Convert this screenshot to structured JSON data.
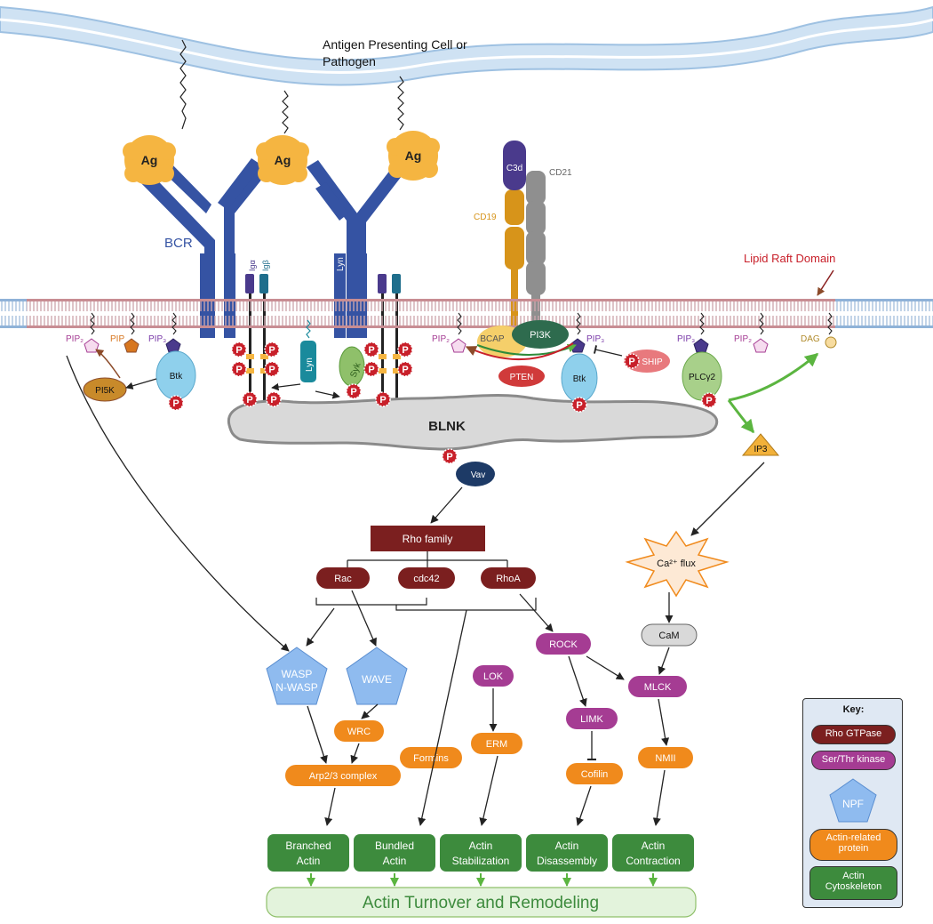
{
  "cell_label": [
    "Antigen Presenting Cell or",
    "Pathogen"
  ],
  "antigen_label": "Ag",
  "bcr_label": "BCR",
  "iga_label": "Igα",
  "igb_label": "Igβ",
  "lyn_label": "Lyn",
  "c3d_label": "C3d",
  "cd21_label": "CD21",
  "cd19_label": "CD19",
  "lipid_raft_label": "Lipid Raft Domain",
  "lipids": {
    "pip2": "PIP₂",
    "pip": "PIP",
    "pip3": "PIP₃",
    "dag": "DAG"
  },
  "proteins": {
    "btk": "Btk",
    "pi5k": "PI5K",
    "syk": "Syk",
    "bcap": "BCAP",
    "pi3k": "PI3K",
    "pten": "PTEN",
    "ship": "SHIP",
    "plcg2": "PLCγ2",
    "blnk": "BLNK",
    "vav": "Vav",
    "ip3": "IP3",
    "phospho": "P"
  },
  "rho": {
    "family": "Rho family",
    "rac": "Rac",
    "cdc42": "cdc42",
    "rhoa": "RhoA"
  },
  "calcium": {
    "flux": "Ca²⁺ flux",
    "cam": "CaM"
  },
  "kinases": {
    "rock": "ROCK",
    "lok": "LOK",
    "limk": "LIMK",
    "mlck": "MLCK"
  },
  "npf": {
    "wasp": [
      "WASP",
      "N-WASP"
    ],
    "wave": "WAVE"
  },
  "actin_related": {
    "wrc": "WRC",
    "arp23": "Arp2/3 complex",
    "formins": "Formins",
    "erm": "ERM",
    "cofilin": "Cofilin",
    "nmii": "NMII"
  },
  "outcomes": [
    [
      "Branched",
      "Actin"
    ],
    [
      "Bundled",
      "Actin"
    ],
    [
      "Actin",
      "Stabilization"
    ],
    [
      "Actin",
      "Disassembly"
    ],
    [
      "Actin",
      "Contraction"
    ]
  ],
  "turnover": "Actin Turnover and Remodeling",
  "key": {
    "title": "Key:",
    "rho_gtpase": "Rho GTPase",
    "ser_thr": "Ser/Thr kinase",
    "npf": "NPF",
    "actin_related": [
      "Actin-related",
      "protein"
    ],
    "actin_cyto": [
      "Actin",
      "Cytoskeleton"
    ]
  },
  "colors": {
    "rho": "#7b1f1f",
    "kinase": "#a53c93",
    "npf": "#8fbbef",
    "actin_related": "#f08a1c",
    "actin": "#3d8b3d",
    "turnover_fill": "#e3f3dc",
    "receptor": "#3553a3",
    "antigen": "#f5b541",
    "phospho": "#c8202a",
    "membrane": "#c9dcef"
  }
}
